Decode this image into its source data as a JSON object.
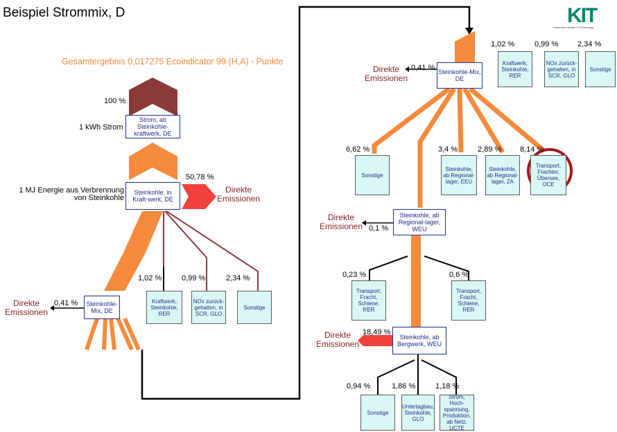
{
  "header": {
    "title": "Beispiel Strommix, D",
    "total_result": "Gesamtergebnis  0,017275 Ecoindicator 99 (H,A) - Punkte",
    "logo_text": "KIT",
    "logo_subtitle": "Karlsruhe Institute of Technology"
  },
  "colors": {
    "flow": "#f58a3c",
    "flow_dark": "#8b3a3a",
    "emission": "#f0413c",
    "node_border": "#1f2f8a",
    "box_fill": "#d9f7f4",
    "emission_text": "#8a1f1f"
  },
  "left_tree": {
    "top_pct": "100 %",
    "strom_label": "1 kWh Strom",
    "strom_node": "Strom, ab Steinkohle-kraftwerk, DE",
    "energy_label": "1 MJ Energie aus Verbrennung von Steinkohle",
    "kraftwerk_node": "Steinkohle, in Kraft-werk, DE",
    "emission_pct": "50,78 %",
    "emission_label": "Direkte Emissionen",
    "mix_emission_pct": "0,41 %",
    "mix_emission_label": "Direkte Emissionen",
    "mix_node": "Steinkohle-Mix, DE",
    "children": [
      {
        "pct": "1,02 %",
        "label": "Kraftwerk, Steinkohle, RER"
      },
      {
        "pct": "0,99 %",
        "label": "NOx zurück-gehalten, in SCR, GLO"
      },
      {
        "pct": "2,34 %",
        "label": "Sonstige"
      }
    ]
  },
  "right_tree": {
    "mix_emission_pct": "0,41 %",
    "mix_emission_label": "Direkte Emissionen",
    "mix_node": "Steinkohle-Mix, DE",
    "top_children": [
      {
        "pct": "1,02 %",
        "label": "Kraftwerk, Steinkohle, RER"
      },
      {
        "pct": "0,99 %",
        "label": "NOx zurück-gehalten, in SCR, GLO"
      },
      {
        "pct": "2,34 %",
        "label": "Sonstige"
      }
    ],
    "mid_children": [
      {
        "pct": "6,62 %",
        "label": "Sonstige"
      },
      {
        "pct": "3,4 %",
        "label": "Steinkohle, ab Regional-lager, EEU"
      },
      {
        "pct": "2,89 %",
        "label": "Steinkohle, ab Regional-lager, ZA"
      },
      {
        "pct": "8,14 %",
        "label": "Transport, Frachter, Übersee, OCE"
      }
    ],
    "regional_emission_label": "Direkte Emissionen",
    "regional_emission_pct": "0,1 %",
    "regional_node": "Steinkohle, ab Regional-lager, WEU",
    "transport_children": [
      {
        "pct": "0,23 %",
        "label": "Transport, Fracht, Schiene, RER"
      },
      {
        "pct": "0,6 %",
        "label": "Transport, Fracht, Schiene, RER"
      }
    ],
    "bergwerk_emission_label": "Direkte Emissionen",
    "bergwerk_emission_pct": "18,49 %",
    "bergwerk_node": "Steinkohle, ab Bergwerk, WEU",
    "bottom_children": [
      {
        "pct": "0,94 %",
        "label": "Sonstige"
      },
      {
        "pct": "1,86 %",
        "label": "Untertagbau, Steinkohle, GLO"
      },
      {
        "pct": "1,18 %",
        "label": "Strom, Hoch-spannung, Produktion, ab Netz, UCTE"
      }
    ]
  }
}
